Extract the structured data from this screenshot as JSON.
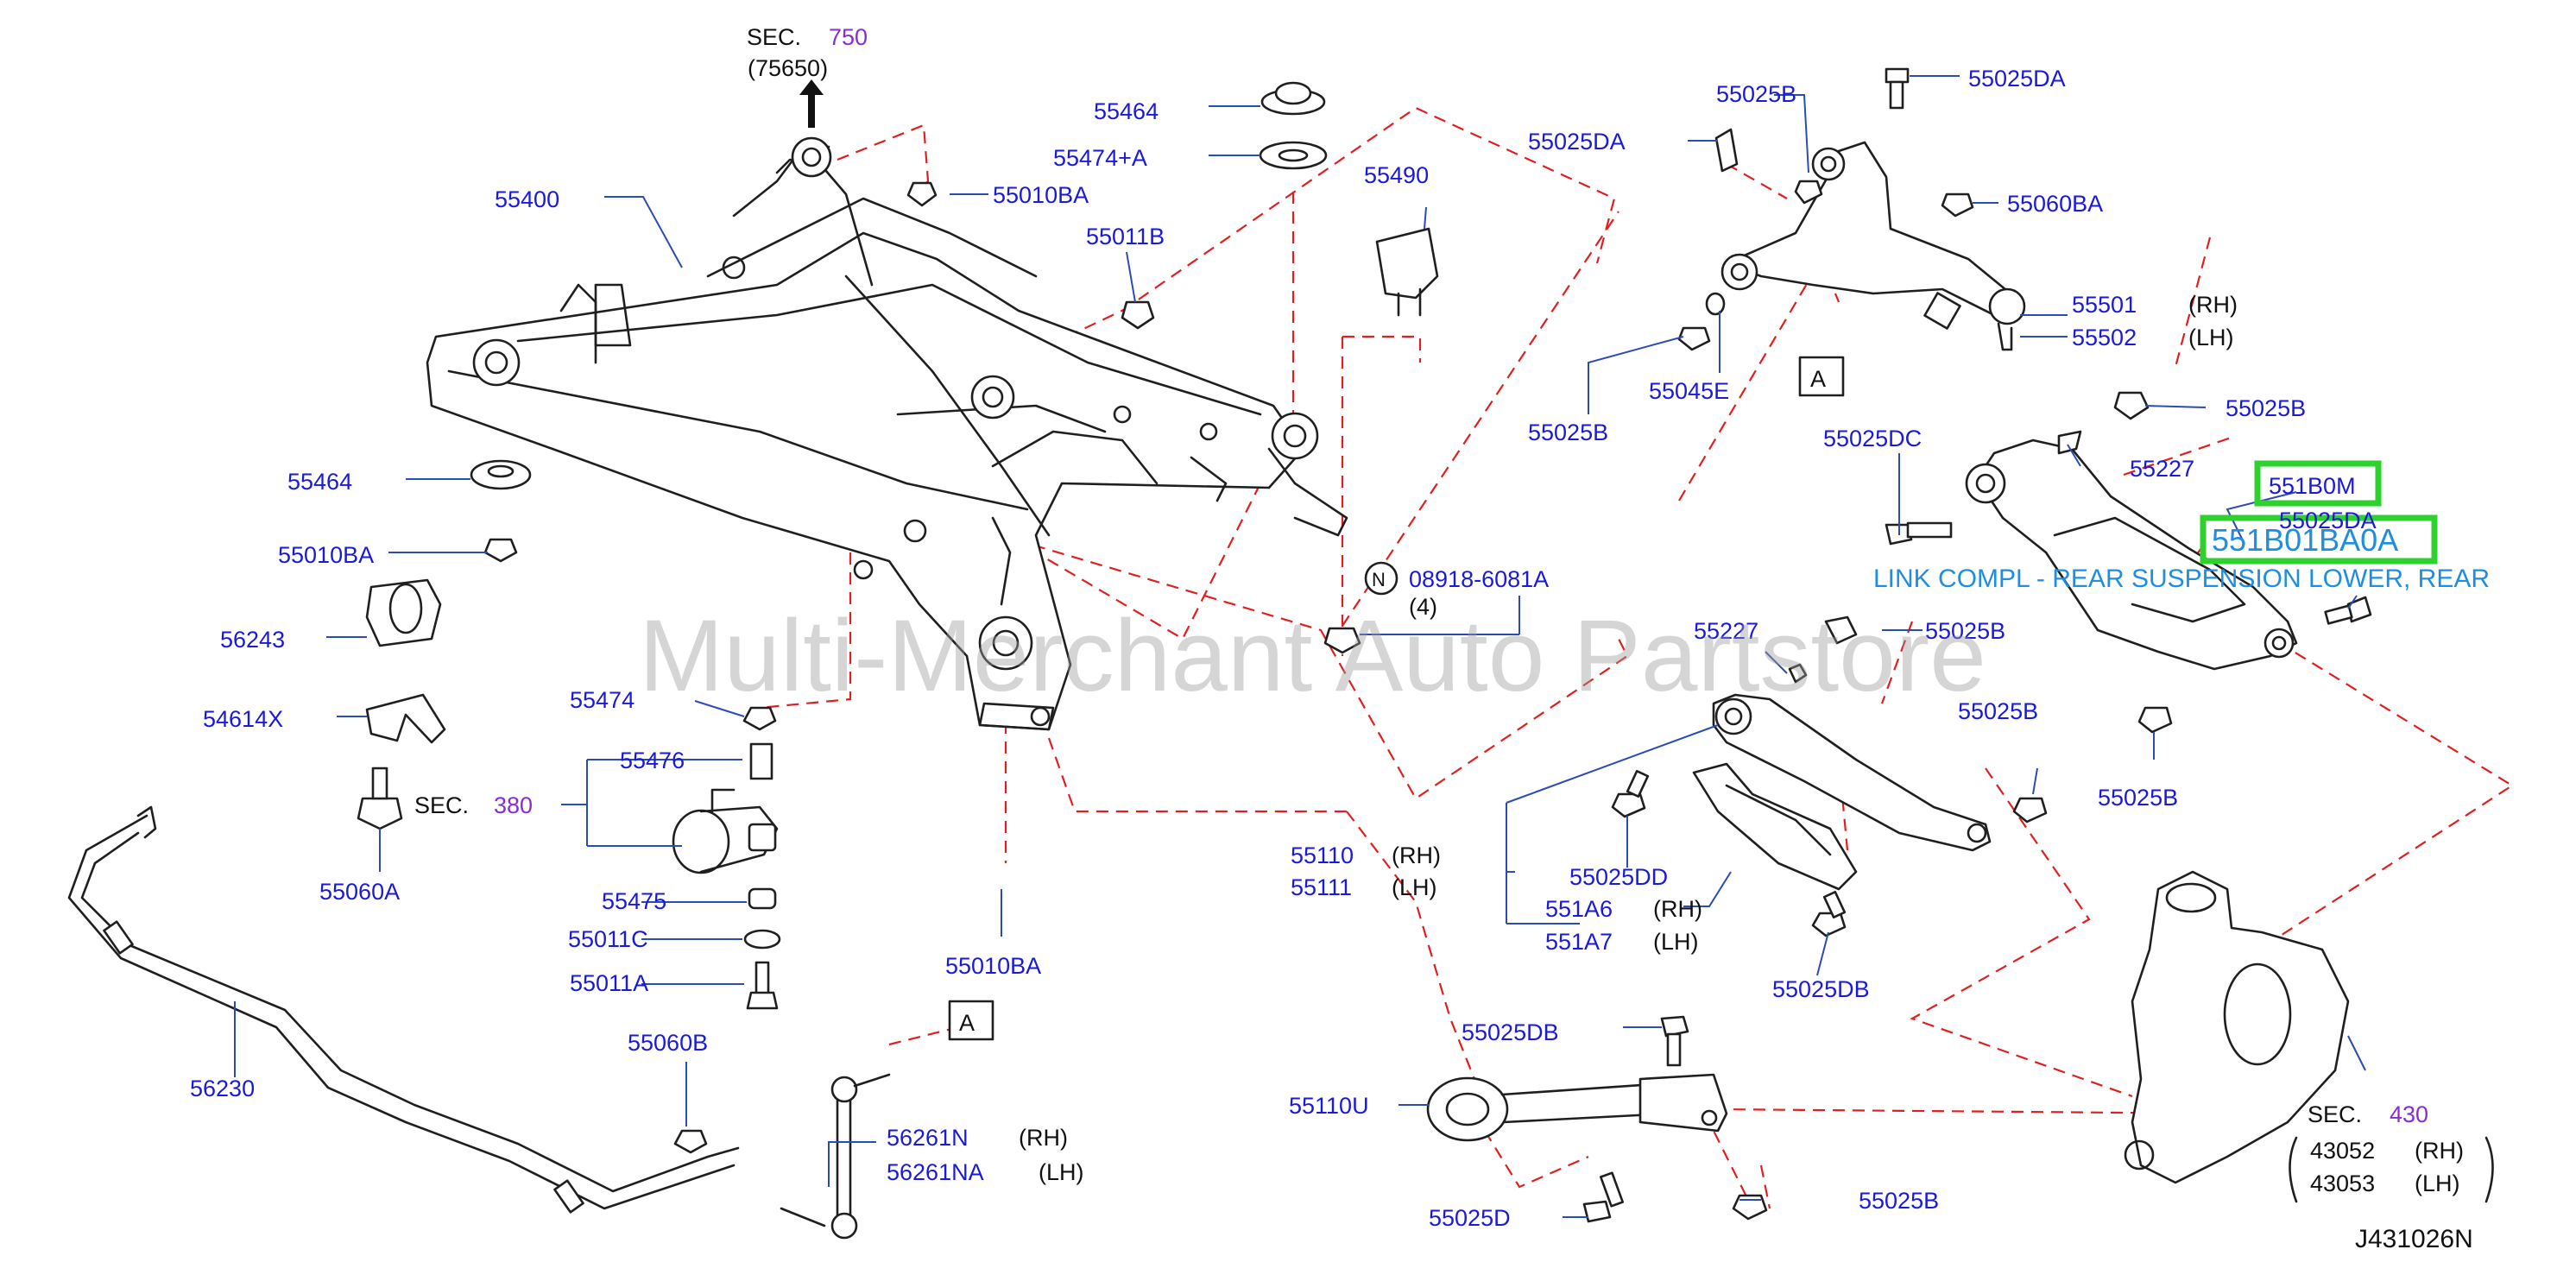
{
  "watermark": "Multi-Merchant Auto Partstore",
  "diagram_id": "J431026N",
  "highlight": {
    "part_code": "551B0M",
    "part_number": "551B01BA0A",
    "description": "LINK COMPL - REAR SUSPENSION LOWER, REAR",
    "color": "#2ed22e"
  },
  "colors": {
    "label": "#1a1adb",
    "section": "#8a2bd6",
    "dash": "#e02020",
    "highlight_text": "#1e8fe0"
  },
  "section_refs": {
    "sec_label": "SEC.",
    "top_num": "750",
    "top_sub": "(75650)",
    "mid_num": "380",
    "br_num": "430",
    "br_rh_part": "43052",
    "br_lh_part": "43053"
  },
  "side": {
    "rh": "(RH)",
    "lh": "(LH)"
  },
  "ref_letter": "A",
  "n_mark": "N",
  "n_part": "08918-6081A",
  "n_qty": "(4)",
  "labels": {
    "p55400": "55400",
    "p55464a": "55464",
    "p55010ba_a": "55010BA",
    "p56243": "56243",
    "p54614x": "54614X",
    "p55060a": "55060A",
    "p56230": "56230",
    "p55474": "55474",
    "p55476": "55476",
    "p55475": "55475",
    "p55011c": "55011C",
    "p55011a": "55011A",
    "p55060b": "55060B",
    "p56261n": "56261N",
    "p56261na": "56261NA",
    "p55464b": "55464",
    "p55474a": "55474+A",
    "p55010ba_b": "55010BA",
    "p55011b": "55011B",
    "p55490": "55490",
    "p55010ba_c": "55010BA",
    "p55025b_1": "55025B",
    "p55025da_1": "55025DA",
    "p55025da_2": "55025DA",
    "p55060ba": "55060BA",
    "p55501": "55501",
    "p55502": "55502",
    "p55045e": "55045E",
    "p55025b_2": "55025B",
    "p55025dc": "55025DC",
    "p55025b_3": "55025B",
    "p55227a": "55227",
    "p55025da_3": "55025DA",
    "p55227b": "55227",
    "p55025b_4": "55025B",
    "p55025b_5": "55025B",
    "p55025b_6": "55025B",
    "p55110": "55110",
    "p55111": "55111",
    "p55025dd": "55025DD",
    "p551a6": "551A6",
    "p551a7": "551A7",
    "p55025db_1": "55025DB",
    "p55025db_2": "55025DB",
    "p55110u": "55110U",
    "p55025d": "55025D",
    "p55025b_7": "55025B"
  }
}
